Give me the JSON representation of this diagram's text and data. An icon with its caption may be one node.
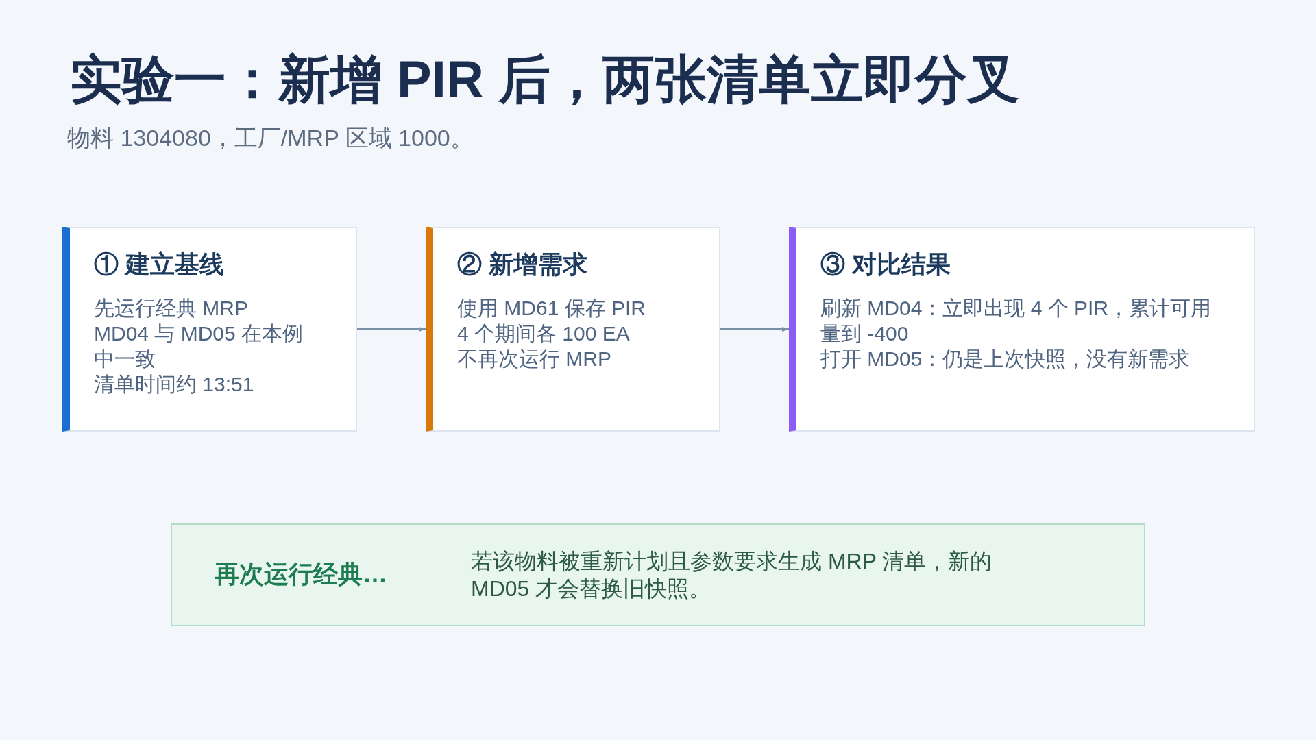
{
  "diagram": {
    "title": "实验一：新增 PIR 后，两张清单立即分叉",
    "nodes": [
      {
        "text": [
          "① 建立基线",
          "先运行经典 MRP",
          "MD04 与 MD05 在本例中一致",
          "清单时间约 13:51"
        ]
      },
      {
        "text": [
          "② 新增需求",
          "使用 MD61 保存 PIR",
          "4 个期间各 100 EA",
          "不再次运行 MRP"
        ]
      },
      {
        "text": [
          "③ 对比结果",
          "刷新 MD04：立即出现 4 个 PIR，累计可用量到 -400",
          "打开 MD05：仍是上次快照，没有新需求"
        ]
      },
      {
        "text": [
          "再次运行经典…",
          "若该物料被重新计划且参数要求生成 MRP 清单，新的 MD05 才会替换旧快照。"
        ]
      }
    ],
    "edges": [
      {
        "from": 0,
        "to": 1,
        "arrow": "to"
      },
      {
        "from": 1,
        "to": 2,
        "arrow": "to"
      }
    ],
    "labels": [
      "物料 1304080，工厂/MRP 区域 1000。"
    ]
  }
}
